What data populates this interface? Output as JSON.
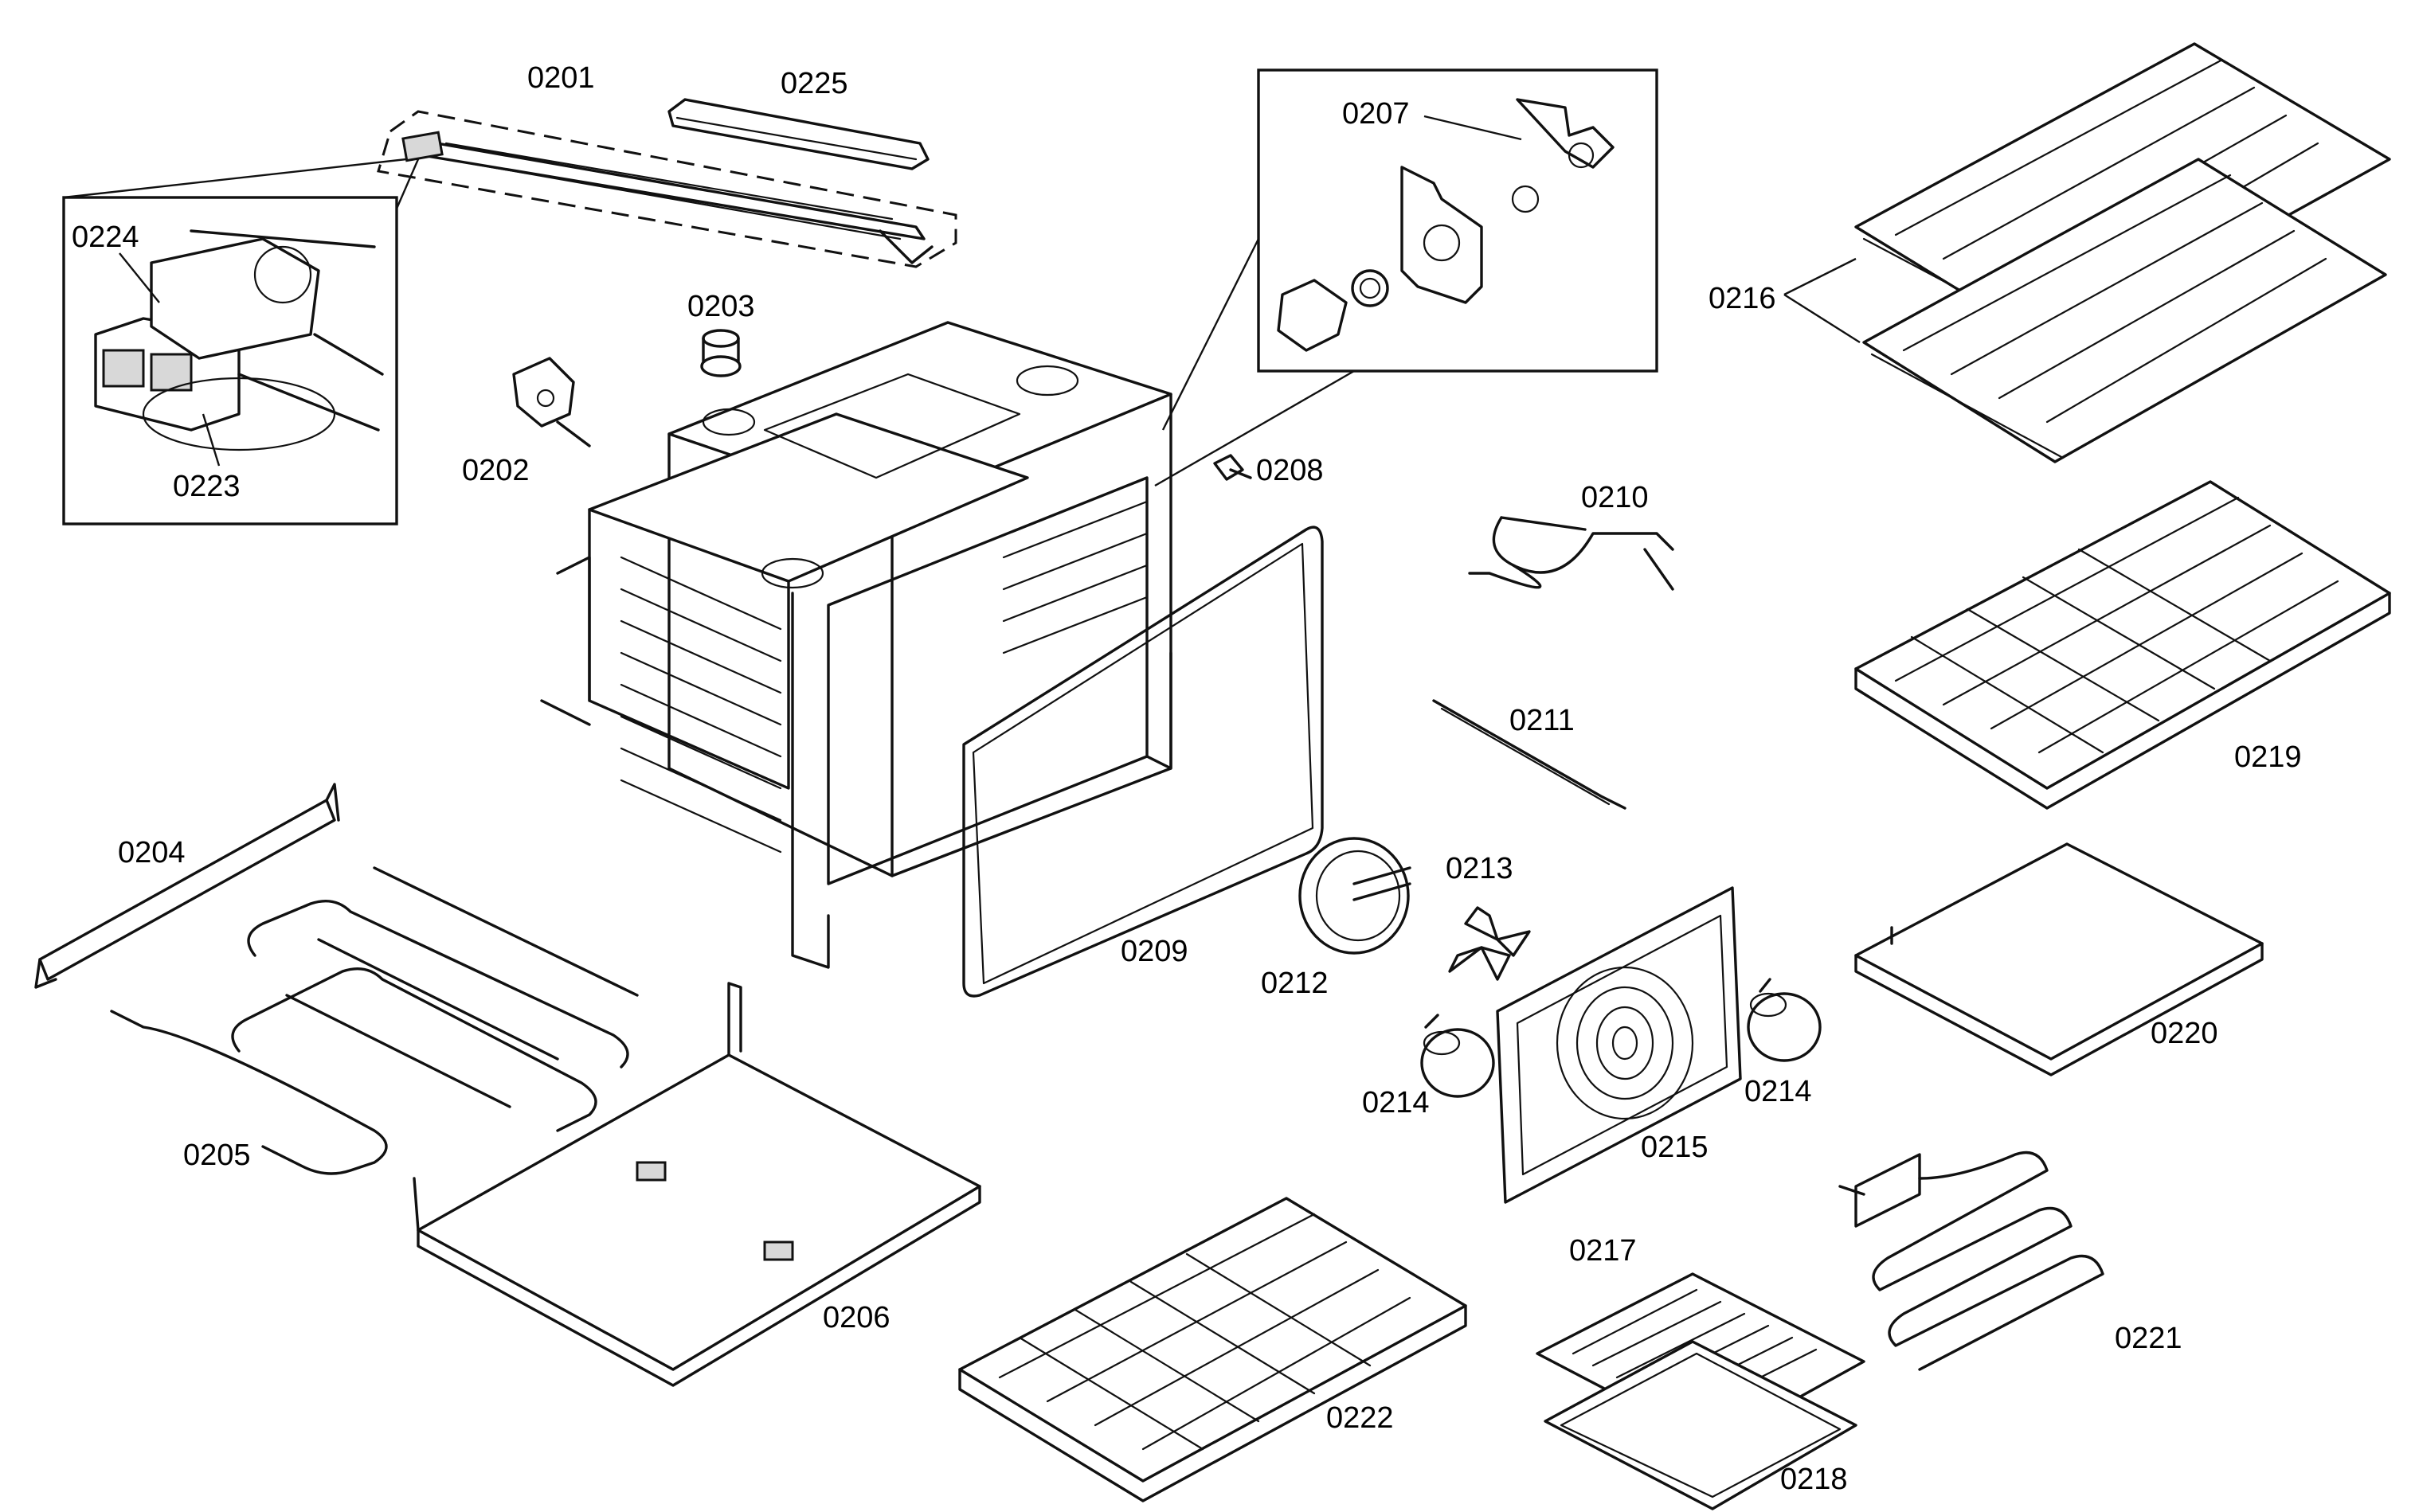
{
  "diagram": {
    "part_labels": [
      {
        "id": "p0201",
        "text": "0201"
      },
      {
        "id": "p0202",
        "text": "0202"
      },
      {
        "id": "p0203",
        "text": "0203"
      },
      {
        "id": "p0204",
        "text": "0204"
      },
      {
        "id": "p0205",
        "text": "0205"
      },
      {
        "id": "p0206",
        "text": "0206"
      },
      {
        "id": "p0207",
        "text": "0207"
      },
      {
        "id": "p0208",
        "text": "0208"
      },
      {
        "id": "p0209",
        "text": "0209"
      },
      {
        "id": "p0210",
        "text": "0210"
      },
      {
        "id": "p0211",
        "text": "0211"
      },
      {
        "id": "p0212",
        "text": "0212"
      },
      {
        "id": "p0213",
        "text": "0213"
      },
      {
        "id": "p0214a",
        "text": "0214"
      },
      {
        "id": "p0214b",
        "text": "0214"
      },
      {
        "id": "p0215",
        "text": "0215"
      },
      {
        "id": "p0216",
        "text": "0216"
      },
      {
        "id": "p0217",
        "text": "0217"
      },
      {
        "id": "p0218",
        "text": "0218"
      },
      {
        "id": "p0219",
        "text": "0219"
      },
      {
        "id": "p0220",
        "text": "0220"
      },
      {
        "id": "p0221",
        "text": "0221"
      },
      {
        "id": "p0222",
        "text": "0222"
      },
      {
        "id": "p0223",
        "text": "0223"
      },
      {
        "id": "p0224",
        "text": "0224"
      },
      {
        "id": "p0225",
        "text": "0225"
      }
    ]
  }
}
